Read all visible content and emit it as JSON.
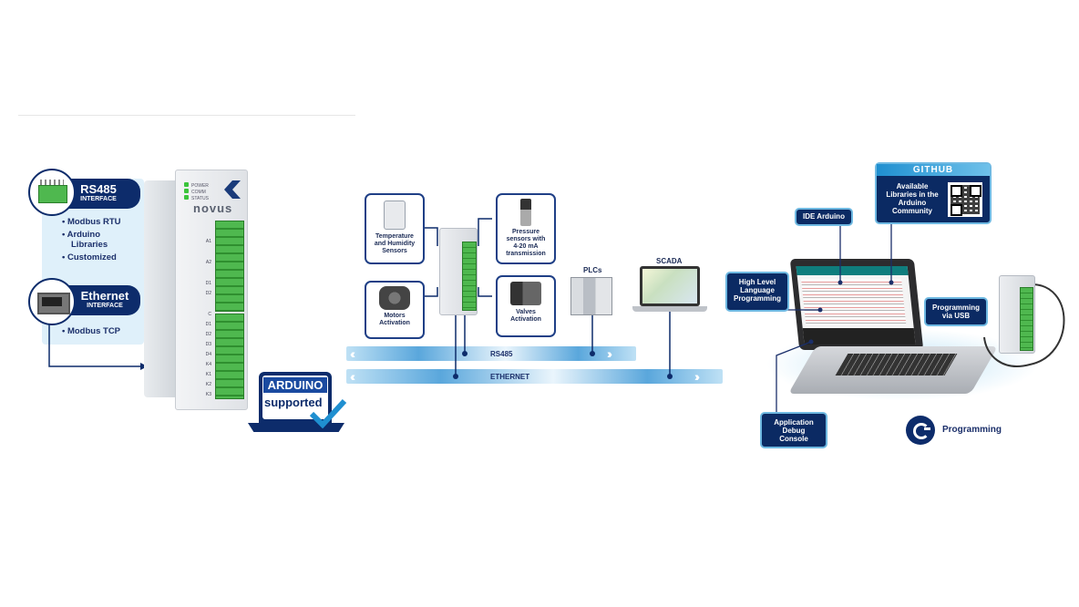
{
  "rs485": {
    "title": "RS485",
    "subtitle": "INTERFACE",
    "bullets": [
      "• Modbus RTU",
      "• Arduino",
      "Libraries",
      "• Customized"
    ]
  },
  "ethernet": {
    "title": "Ethernet",
    "subtitle": "INTERFACE",
    "bullets": [
      "• Modbus TCP"
    ]
  },
  "device": {
    "brand": "novus",
    "leds": [
      "POWER",
      "COMM",
      "STATUS"
    ],
    "terminals": [
      "A1",
      "A2",
      "D1",
      "D2",
      "C",
      "D1",
      "D2",
      "D3",
      "D4",
      "K4",
      "K1",
      "K2",
      "K3"
    ]
  },
  "arduino_badge": {
    "line1": "ARDUINO",
    "line2": "supported"
  },
  "network": {
    "temp_sensor": [
      "Temperature",
      "and Humidity",
      "Sensors"
    ],
    "pressure_sensor": [
      "Pressure",
      "sensors with",
      "4-20 mA",
      "transmission"
    ],
    "motors": [
      "Motors",
      "Activation"
    ],
    "valves": [
      "Valves",
      "Activation"
    ],
    "plcs": "PLCs",
    "scada": "SCADA",
    "rs485_bus": "RS485",
    "ethernet_bus": "ETHERNET"
  },
  "programming": {
    "github_title": "GITHUB",
    "github_text": [
      "Available",
      "Libraries in the",
      "Arduino",
      "Community"
    ],
    "ide": "IDE Arduino",
    "high_level": [
      "High Level",
      "Language",
      "Programming"
    ],
    "usb": [
      "Programming",
      "via USB"
    ],
    "debug": [
      "Application",
      "Debug",
      "Console"
    ],
    "c_programming": "Programming"
  },
  "colors": {
    "navy": "#0d2c6b",
    "accent": "#1f8fd0",
    "green": "#4fb84f"
  }
}
